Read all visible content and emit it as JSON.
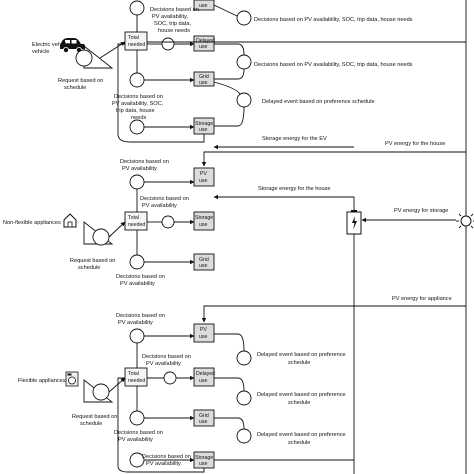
{
  "sections": {
    "ev": {
      "source_label": "Electric vehicle",
      "request_label": [
        "Request based on",
        "schedule"
      ],
      "total_needed": [
        "Total",
        "needed"
      ],
      "top_box": "use",
      "top_decision": [
        "Decisions based on",
        "PV availability,",
        "SOC, trip data,",
        "house needs"
      ],
      "top_right_decision": "Decisions based on PV availability, SOC, trip data, house needs",
      "pv_box": [
        "Delayed",
        "use"
      ],
      "mid_right_decision": "Decisions based on PV availability, SOC, trip data, house needs",
      "grid_box": [
        "Grid",
        "use"
      ],
      "left_decision": [
        "Decisions based on",
        "PV availability, SOC,",
        "trip data, house",
        "needs"
      ],
      "delayed_event": "Delayed event based on preference schedule",
      "storage_box": [
        "Storage",
        "use"
      ]
    },
    "nonflex": {
      "source_label": "Non-flexible appliances",
      "request_label": [
        "Request based on",
        "schedule"
      ],
      "total_needed": [
        "Total",
        "needed"
      ],
      "top_decision": [
        "Decisions based on",
        "PV availability"
      ],
      "pv_box": [
        "PV",
        "use"
      ],
      "storage_box": [
        "Storage",
        "use"
      ],
      "bottom_decision": [
        "Decisions based on",
        "PV availability"
      ],
      "grid_box": [
        "Grid",
        "use"
      ]
    },
    "flex": {
      "source_label": "Flexible appliances",
      "request_label": [
        "Request based on",
        "schedule"
      ],
      "total_needed": [
        "Total",
        "needed"
      ],
      "top_decision": [
        "Decisions based on",
        "PV availability"
      ],
      "pv_box": [
        "PV",
        "use"
      ],
      "pv_delayed_event": [
        "Delayed event based on preference",
        "schedule"
      ],
      "mid_decision": [
        "Decisions based on",
        "PV availability"
      ],
      "delayed_box": [
        "Delayed",
        "use"
      ],
      "mid_delayed_event": [
        "Delayed event based on preference",
        "schedule"
      ],
      "grid_decision": [
        "Decisions based on",
        "PV availability"
      ],
      "grid_box": [
        "Grid",
        "use"
      ],
      "grid_delayed_event": [
        "Delayed event based on preference",
        "schedule"
      ],
      "bottom_decision": [
        "Decisions based on",
        "PV availability"
      ],
      "storage_box": [
        "Storage",
        "use"
      ]
    }
  },
  "flows": {
    "storage_to_ev": "Storage energy for the EV",
    "pv_to_house": "PV energy for the house",
    "storage_to_house": "Storage energy for the house",
    "pv_to_storage": "PV energy for storage",
    "pv_to_appliance": "PV energy for appliance"
  },
  "icons": [
    "car-icon",
    "house-icon",
    "washer-icon",
    "battery-icon",
    "sun-icon"
  ]
}
